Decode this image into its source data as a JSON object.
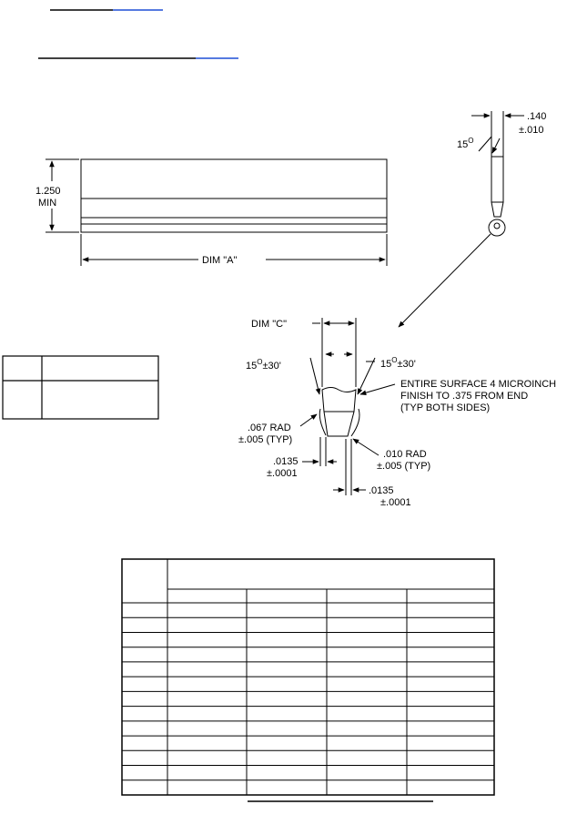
{
  "colors": {
    "ink": "#000000",
    "link_accent": "#1f4fd6",
    "background": "#ffffff"
  },
  "side_view": {
    "height_value": "1.250",
    "height_note": "MIN",
    "length_label": "DIM \"A\""
  },
  "blade_view": {
    "width_value": ".140",
    "width_tol": "±.010",
    "angle_label": "15",
    "angle_sup": "O"
  },
  "detail": {
    "dim_c_label": "DIM \"C\"",
    "left_angle": {
      "base": "15",
      "sup": "O",
      "tol": "±30'"
    },
    "right_angle": {
      "base": "15",
      "sup": "O",
      "tol": "±30'"
    },
    "finish_note": [
      "ENTIRE SURFACE 4 MICROINCH",
      "FINISH TO .375 FROM END",
      "(TYP BOTH SIDES)"
    ],
    "rad_left": [
      ".067 RAD",
      "±.005 (TYP)"
    ],
    "rad_right": [
      ".010 RAD",
      "±.005 (TYP)"
    ],
    "dim_left": [
      ".0135",
      "±.0001"
    ],
    "dim_right": [
      ".0135",
      "±.0001"
    ]
  },
  "small_table": {
    "rows": 2,
    "cols": 2
  },
  "big_table": {
    "data_rows": 13,
    "sub_columns": 4
  }
}
